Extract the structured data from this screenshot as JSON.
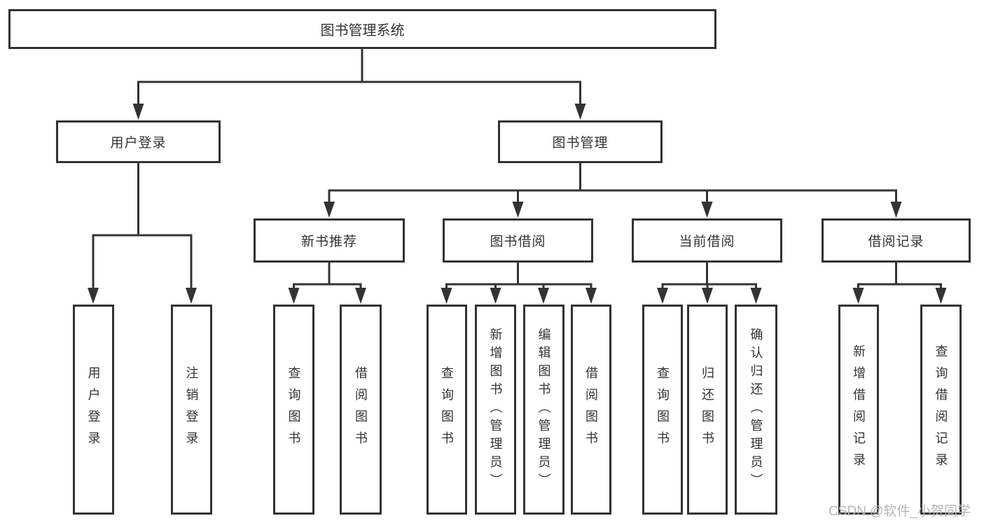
{
  "diagram_title": "图书管理系统",
  "nodes": {
    "root": "图书管理系统",
    "user_login": "用户登录",
    "book_mgmt": "图书管理",
    "new_book_rec": "新书推荐",
    "book_borrow": "图书借阅",
    "current_borrow": "当前借阅",
    "borrow_records": "借阅记录",
    "leaf_user_login": "用户登录",
    "leaf_logout": "注销登录",
    "rec_query_books": "查询图书",
    "rec_borrow_books": "借阅图书",
    "bor_query_books": "查询图书",
    "bor_add_books": "新增图书（管理员）",
    "bor_edit_books": "编辑图书（管理员）",
    "bor_borrow_books": "借阅图书",
    "cur_query_books": "查询图书",
    "cur_return_books": "归还图书",
    "cur_confirm_return": "确认归还（管理员）",
    "rcd_add_record": "新增借阅记录",
    "rcd_query_record": "查询借阅记录"
  },
  "watermark": "CSDN @软件_小贺同学",
  "colors": {
    "line": "#333333",
    "text": "#333333",
    "watermark": "#b5b5b5",
    "background": "#ffffff"
  }
}
